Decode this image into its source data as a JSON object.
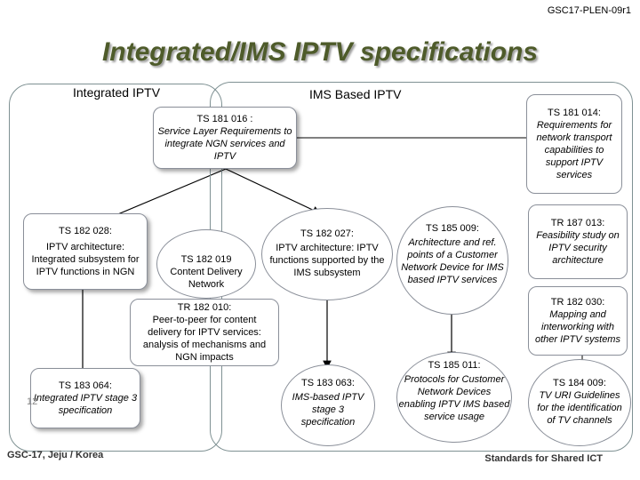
{
  "header": {
    "doc_ref": "GSC17-PLEN-09r1",
    "title": "Integrated/IMS IPTV specifications"
  },
  "regions": {
    "integrated_label": "Integrated IPTV",
    "ims_label": "IMS Based IPTV"
  },
  "specs": {
    "ts181016": {
      "code": "TS 181 016 :",
      "desc": "Service Layer Requirements to integrate NGN services and IPTV"
    },
    "ts181014": {
      "code": "TS 181 014:",
      "desc": "Requirements for network transport capabilities to support IPTV services"
    },
    "ts182028": {
      "code": "TS 182 028:",
      "desc": "IPTV architecture: Integrated subsystem for IPTV functions in NGN"
    },
    "ts182019": {
      "code": "TS 182 019",
      "desc": "Content Delivery Network"
    },
    "ts182027": {
      "code": "TS 182 027:",
      "desc": "IPTV architecture: IPTV functions supported by the IMS subsystem"
    },
    "ts185009": {
      "code": "TS 185 009:",
      "desc": "Architecture and ref. points of a Customer Network Device for IMS based IPTV services"
    },
    "tr187013": {
      "code": "TR 187 013:",
      "desc": "Feasibility study on IPTV security architecture"
    },
    "tr182030": {
      "code": "TR 182 030:",
      "desc": "Mapping and interworking with other IPTV systems"
    },
    "tr182010": {
      "code": "TR 182 010:",
      "desc": "Peer-to-peer for content delivery for IPTV services: analysis of mechanisms and NGN impacts"
    },
    "ts183064": {
      "code": "TS 183 064:",
      "desc": "Integrated IPTV stage 3 specification"
    },
    "ts183063": {
      "code": "TS 183 063:",
      "desc": "IMS-based IPTV stage 3 specification"
    },
    "ts185011": {
      "code": "TS 185 011:",
      "desc": "Protocols for Customer Network Devices enabling IPTV IMS based service usage"
    },
    "ts184009": {
      "code": "TS 184 009:",
      "desc": "TV URI Guidelines for the identification of TV channels"
    }
  },
  "footer": {
    "page_number": "12",
    "venue": "GSC-17, Jeju / Korea",
    "tagline": "Standards for Shared ICT"
  }
}
